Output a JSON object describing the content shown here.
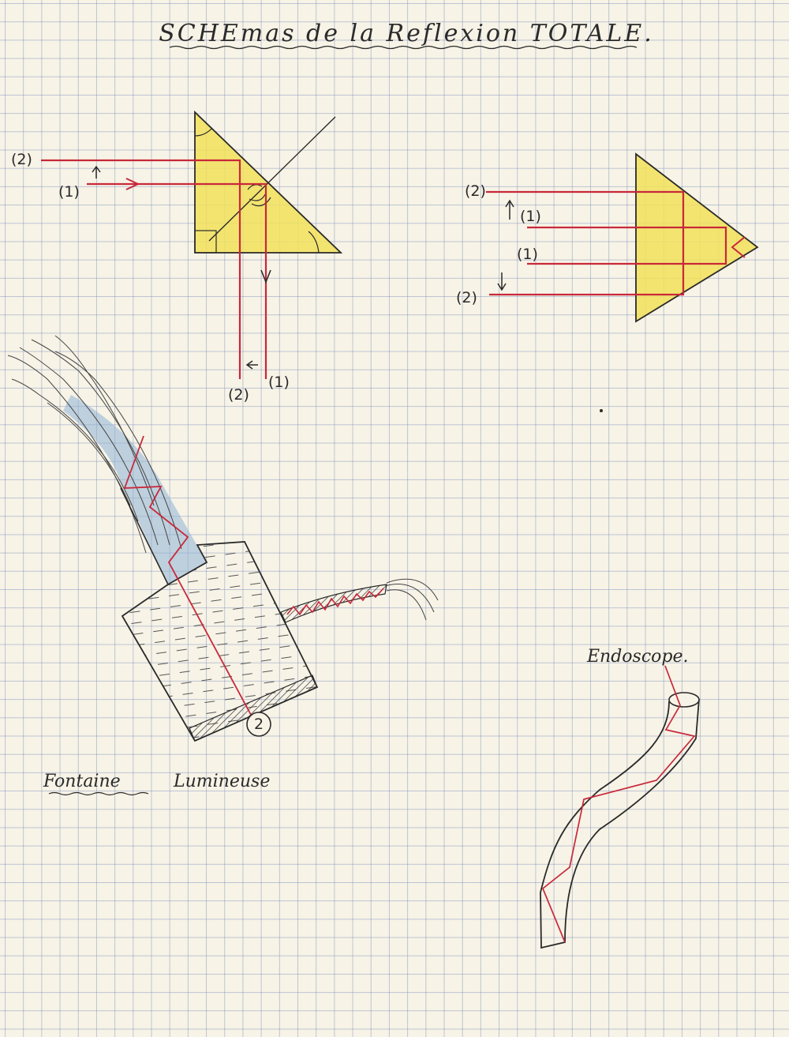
{
  "title": "SCHEmas de la Reflexion TOTALE.",
  "colors": {
    "ray": "#c8283a",
    "prism_fill": "#f2e15a",
    "ink": "#2a2a2a",
    "water": "#8fb3d6",
    "paper": "#f7f3e6",
    "grid": "#7a8cc0"
  },
  "prism_right_angle": {
    "ray_labels": {
      "ray2_in": "(2)",
      "ray1_in": "(1)",
      "ray2_out": "(2)",
      "ray1_out": "(1)"
    }
  },
  "prism_retroreflector": {
    "ray_labels": {
      "ray2_top": "(2)",
      "ray1_top": "(1)",
      "ray1_bottom": "(1)",
      "ray2_bottom": "(2)"
    }
  },
  "fountain": {
    "caption_part1": "Fontaine",
    "caption_part2": "Lumineuse",
    "source_label": "2"
  },
  "endoscope": {
    "caption": "Endoscope."
  }
}
